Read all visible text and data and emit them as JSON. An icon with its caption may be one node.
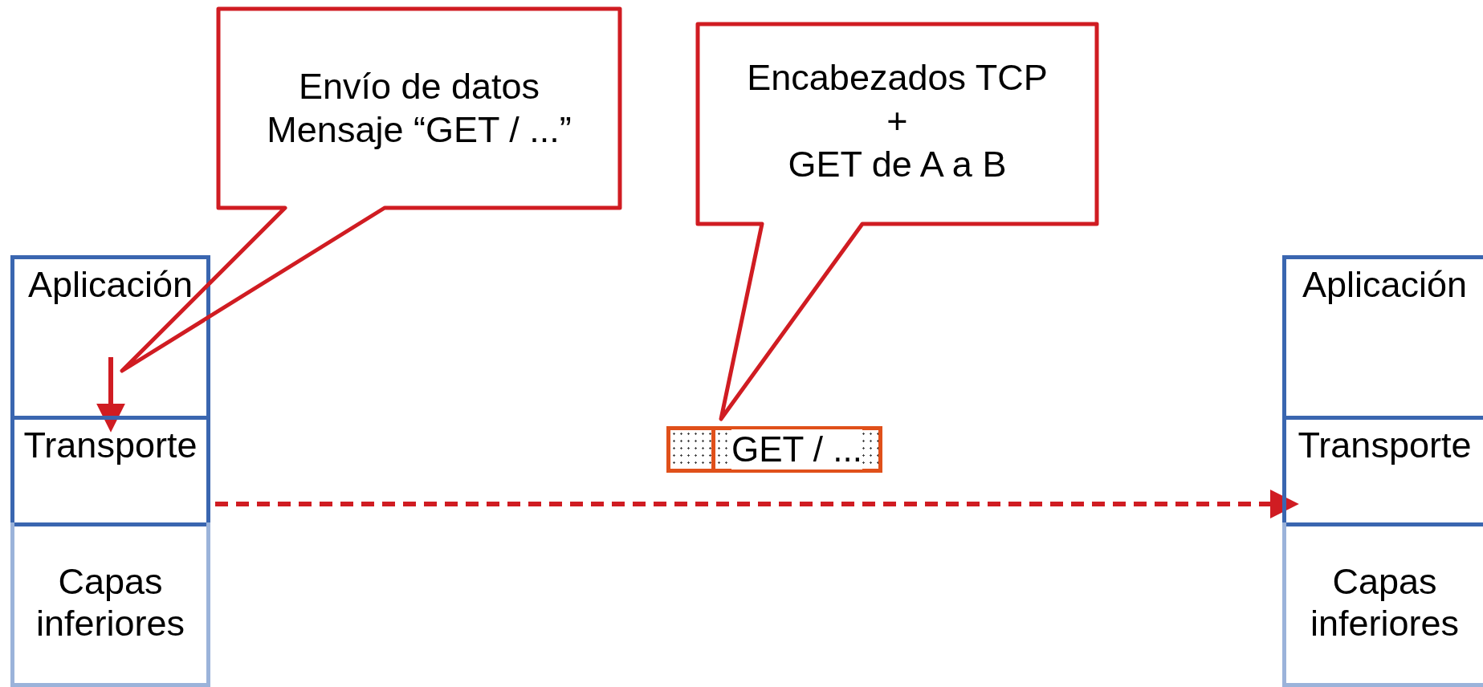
{
  "diagram": {
    "nodes": [
      {
        "text": [
          "Aplicación"
        ]
      },
      {
        "text": [
          "Transporte"
        ]
      },
      {
        "text": [
          "Capas inferiores"
        ]
      },
      {
        "text": [
          "Aplicación"
        ]
      },
      {
        "text": [
          "Transporte"
        ]
      },
      {
        "text": [
          "Capas inferiores"
        ]
      },
      {
        "text": [
          "Envío de datos Mensaje “GET / ...”"
        ]
      },
      {
        "text": [
          "Encabezados TCP",
          "+",
          "GET de A a B"
        ]
      },
      {
        "text": [],
        "shape": "box"
      },
      {
        "text": [
          "GET / ..."
        ]
      }
    ],
    "edges": [
      {
        "from": 0,
        "to": 1,
        "arrow": "to"
      },
      {
        "from": 1,
        "to": 4,
        "arrow": "to",
        "style": "dashed"
      }
    ]
  }
}
